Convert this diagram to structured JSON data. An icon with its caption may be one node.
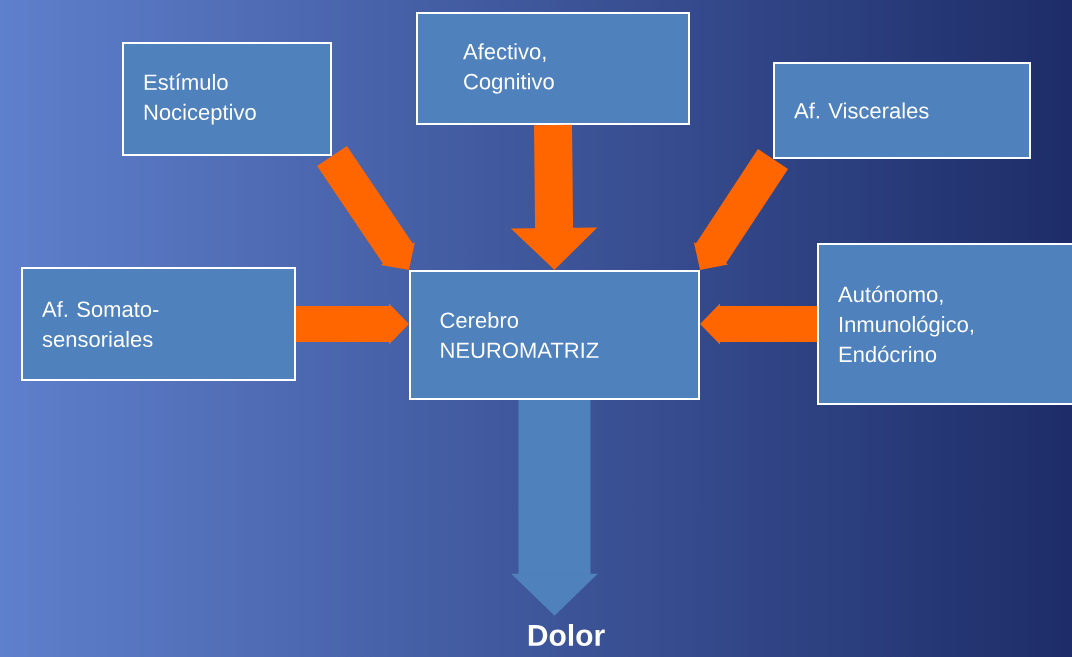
{
  "diagram": {
    "nodes": [
      {
        "text": [
          "Estímulo Nociceptivo"
        ]
      },
      {
        "text": [
          "Afectivo, Cognitivo"
        ]
      },
      {
        "text": [
          "Af. Viscerales"
        ]
      },
      {
        "text": [
          "Af. Somato- sensoriales"
        ]
      },
      {
        "text": [
          "Cerebro NEUROMATRIZ"
        ]
      },
      {
        "text": [
          "Autónomo, Inmunológico, Endócrino"
        ]
      },
      {
        "text": [
          "Dolor"
        ]
      }
    ],
    "edges": [
      {
        "from": 0,
        "to": 4,
        "arrow": "to"
      },
      {
        "from": 1,
        "to": 4,
        "arrow": "to"
      },
      {
        "from": 2,
        "to": 4,
        "arrow": "to"
      },
      {
        "from": 3,
        "to": 4,
        "arrow": "to"
      },
      {
        "from": 5,
        "to": 4,
        "arrow": "to"
      },
      {
        "from": 4,
        "to": 6,
        "arrow": "to",
        "style": "thick",
        "color": "#4f81bd"
      }
    ]
  }
}
